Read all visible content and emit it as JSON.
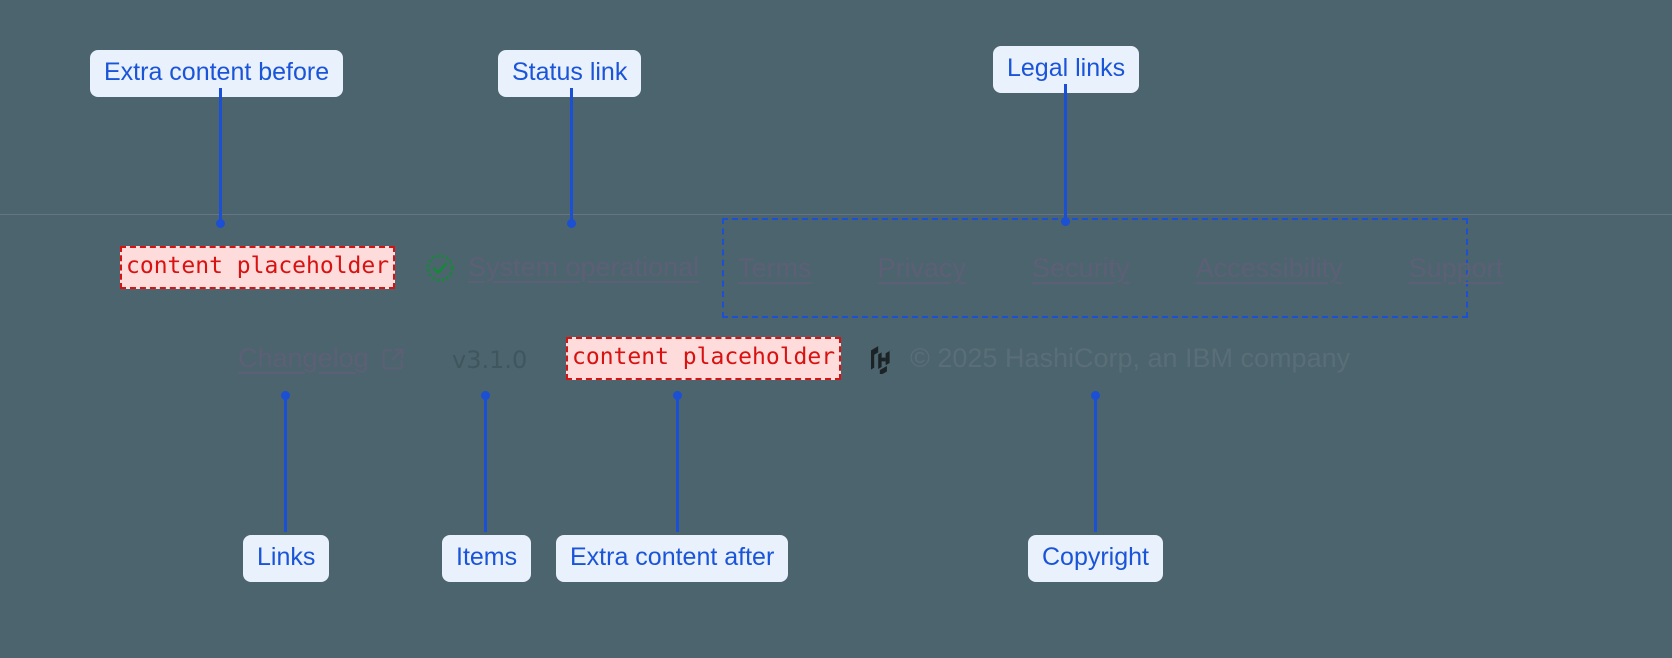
{
  "annotations": [
    {
      "id": "extra-before",
      "label": "Extra content before"
    },
    {
      "id": "status-link",
      "label": "Status link"
    },
    {
      "id": "legal-links",
      "label": "Legal links"
    },
    {
      "id": "links",
      "label": "Links"
    },
    {
      "id": "items",
      "label": "Items"
    },
    {
      "id": "extra-after",
      "label": "Extra content after"
    },
    {
      "id": "copyright",
      "label": "Copyright"
    }
  ],
  "footer": {
    "extra_content_before": "content placeholder",
    "extra_content_after": "content placeholder",
    "status": {
      "icon": "check-circle-icon",
      "label": "System operational"
    },
    "legal_links": [
      {
        "label": "Terms"
      },
      {
        "label": "Privacy"
      },
      {
        "label": "Security"
      },
      {
        "label": "Accessibility"
      },
      {
        "label": "Support"
      }
    ],
    "changelog": {
      "label": "Changelog",
      "icon": "external-link-icon"
    },
    "version": "v3.1.0",
    "copyright": {
      "logo": "hashicorp-logo",
      "text": "© 2025 HashiCorp, an IBM company"
    }
  },
  "colors": {
    "background": "#4c646d",
    "annotation_blue": "#1b4fd4",
    "annotation_bubble_bg": "#e9f1fd",
    "placeholder_red": "#d81111",
    "placeholder_bg": "#ffdcdc",
    "link_muted": "#5d5f77",
    "status_green": "#138a36"
  }
}
